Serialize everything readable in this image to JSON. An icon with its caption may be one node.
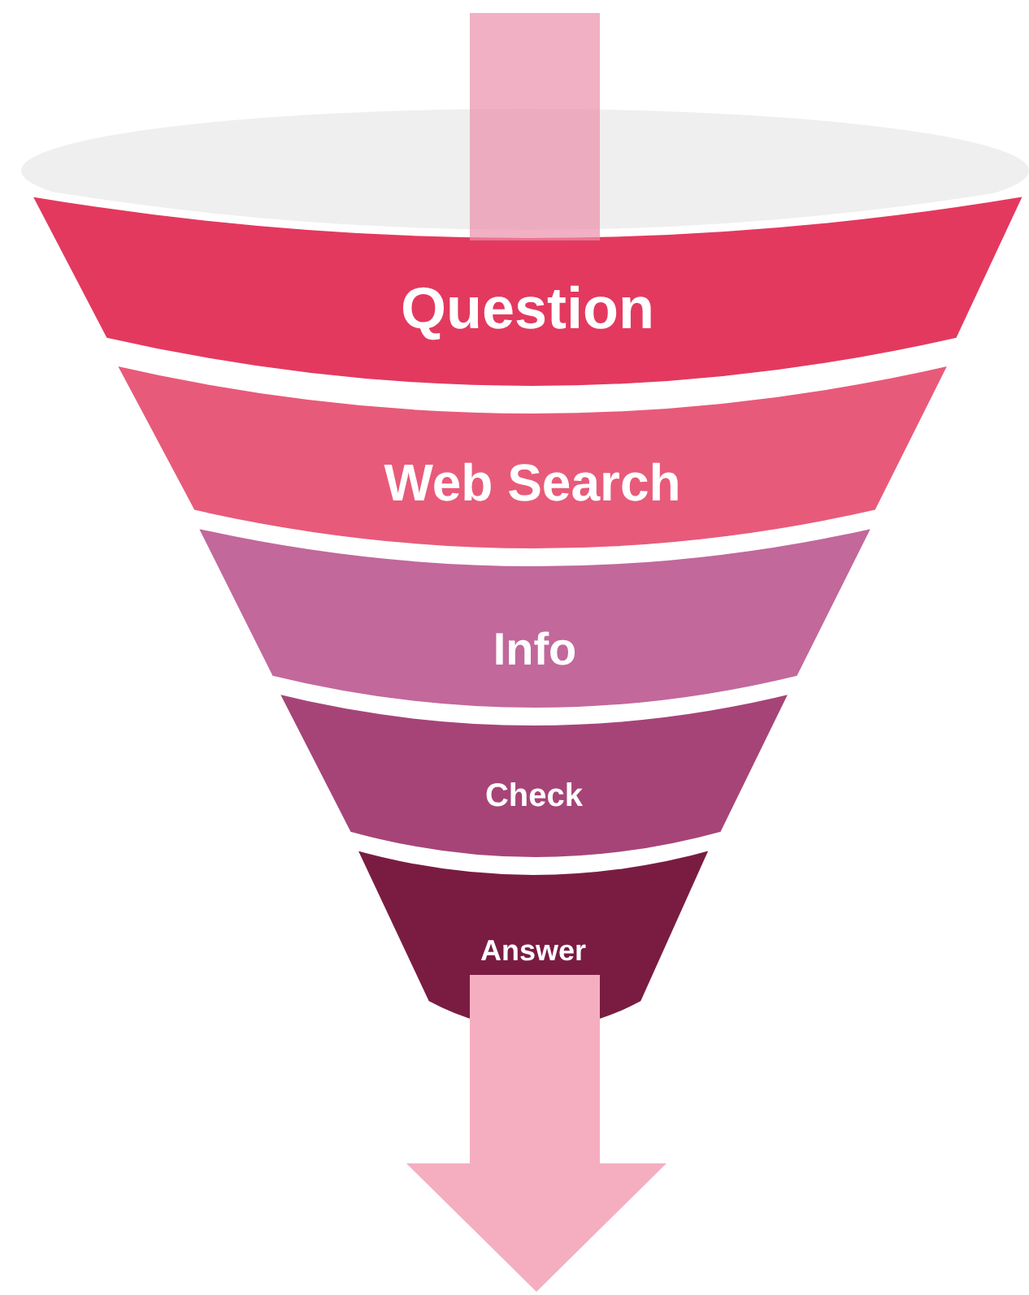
{
  "diagram": {
    "nodes": [
      {
        "text": [],
        "shape": "ellipse"
      },
      {
        "text": [
          "Question"
        ]
      },
      {
        "text": [
          "Web Search"
        ]
      },
      {
        "text": [
          "Info"
        ]
      },
      {
        "text": [
          "Check"
        ]
      },
      {
        "text": [
          "Answer"
        ]
      }
    ]
  }
}
